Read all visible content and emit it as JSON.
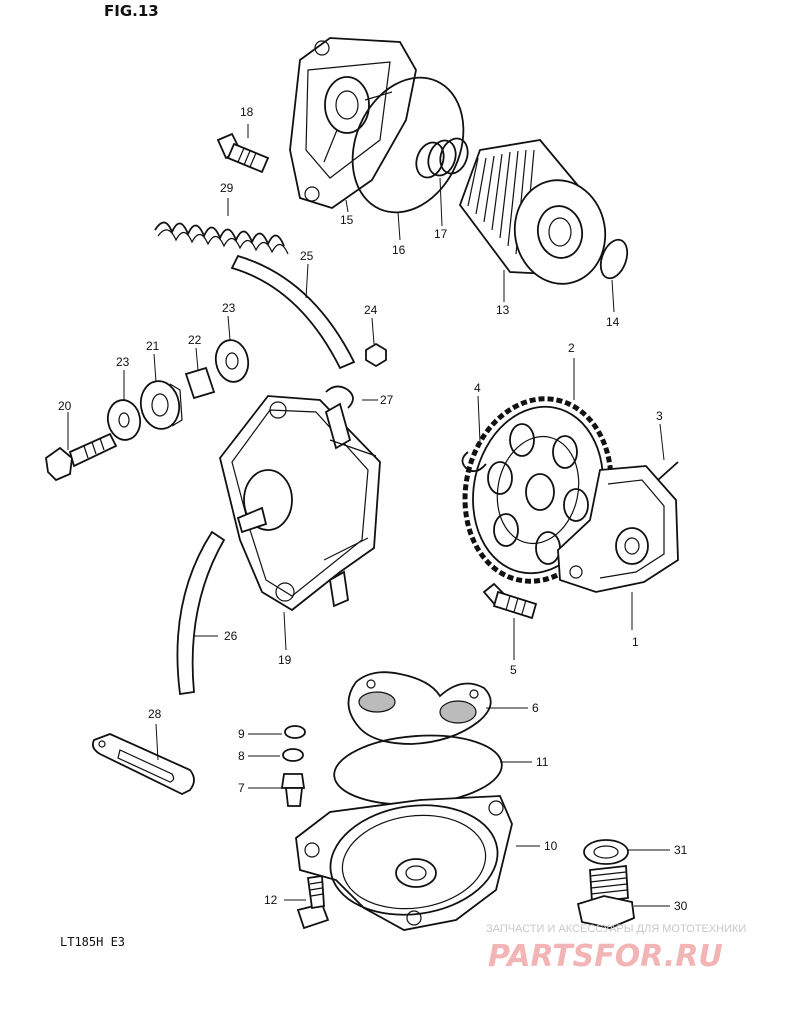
{
  "figure": {
    "title": "FIG.13",
    "model_code": "LT185H  E3"
  },
  "watermark": {
    "line1": "ЗАПЧАСТИ И АКСЕССУАРЫ ДЛЯ МОТОТЕХНИКИ",
    "line2": "PARTSFOR.RU",
    "color": "#f2b4b4"
  },
  "callouts": {
    "c1": "1",
    "c2": "2",
    "c3": "3",
    "c4": "4",
    "c5": "5",
    "c6": "6",
    "c7": "7",
    "c8": "8",
    "c9": "9",
    "c10": "10",
    "c11": "11",
    "c12": "12",
    "c13": "13",
    "c14": "14",
    "c15": "15",
    "c16": "16",
    "c17": "17",
    "c18": "18",
    "c19": "19",
    "c20": "20",
    "c21": "21",
    "c22": "22",
    "c23a": "23",
    "c23b": "23",
    "c24": "24",
    "c25": "25",
    "c26": "26",
    "c27": "27",
    "c28": "28",
    "c29": "29",
    "c30": "30",
    "c31": "31"
  }
}
